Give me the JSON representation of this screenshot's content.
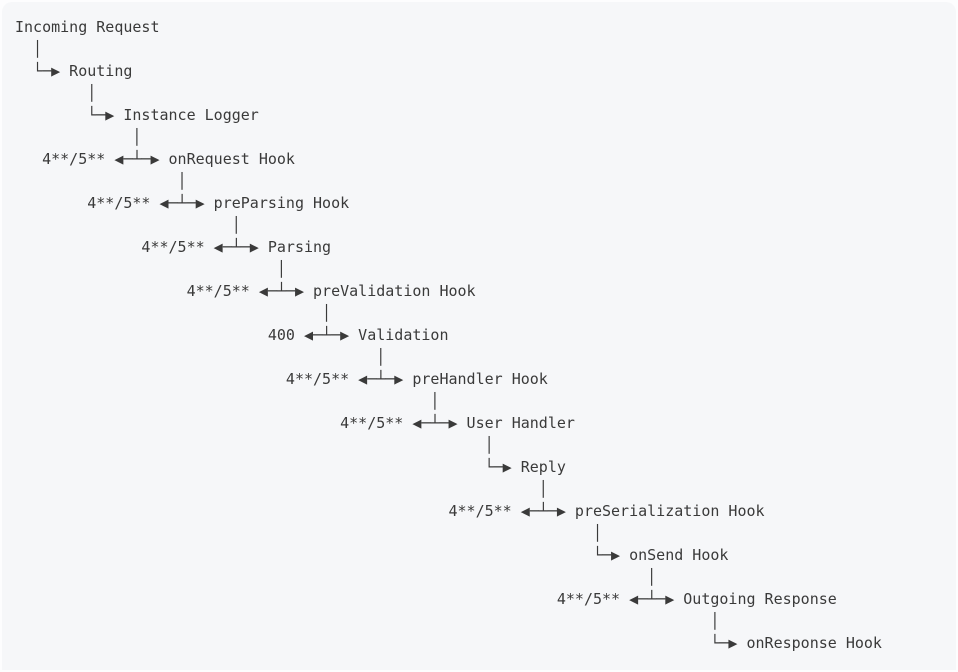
{
  "colors": {
    "page_background": "#fdfdfe",
    "panel_background": "#f6f7f9",
    "text": "#3a3a3a"
  },
  "flow": {
    "nodes": [
      "Incoming Request",
      "Routing",
      "Instance Logger",
      "onRequest Hook",
      "preParsing Hook",
      "Parsing",
      "preValidation Hook",
      "Validation",
      "preHandler Hook",
      "User Handler",
      "Reply",
      "preSerialization Hook",
      "onSend Hook",
      "Outgoing Response",
      "onResponse Hook"
    ],
    "error_branches": [
      {
        "node": "onRequest Hook",
        "label": "4**/5**"
      },
      {
        "node": "preParsing Hook",
        "label": "4**/5**"
      },
      {
        "node": "Parsing",
        "label": "4**/5**"
      },
      {
        "node": "preValidation Hook",
        "label": "4**/5**"
      },
      {
        "node": "Validation",
        "label": "400"
      },
      {
        "node": "preHandler Hook",
        "label": "4**/5**"
      },
      {
        "node": "User Handler",
        "label": "4**/5**"
      },
      {
        "node": "preSerialization Hook",
        "label": "4**/5**"
      },
      {
        "node": "Outgoing Response",
        "label": "4**/5**"
      }
    ]
  },
  "diagram": {
    "lines": [
      "Incoming Request",
      "  │",
      "  └─▶ Routing",
      "        │",
      "        └─▶ Instance Logger",
      "             │",
      "   4**/5** ◀─┴─▶ onRequest Hook",
      "                  │",
      "        4**/5** ◀─┴─▶ preParsing Hook",
      "                        │",
      "              4**/5** ◀─┴─▶ Parsing",
      "                             │",
      "                   4**/5** ◀─┴─▶ preValidation Hook",
      "                                  │",
      "                            400 ◀─┴─▶ Validation",
      "                                        │",
      "                              4**/5** ◀─┴─▶ preHandler Hook",
      "                                              │",
      "                                    4**/5** ◀─┴─▶ User Handler",
      "                                                    │",
      "                                                    └─▶ Reply",
      "                                                          │",
      "                                                4**/5** ◀─┴─▶ preSerialization Hook",
      "                                                                │",
      "                                                                └─▶ onSend Hook",
      "                                                                      │",
      "                                                            4**/5** ◀─┴─▶ Outgoing Response",
      "                                                                             │",
      "                                                                             └─▶ onResponse Hook"
    ]
  }
}
